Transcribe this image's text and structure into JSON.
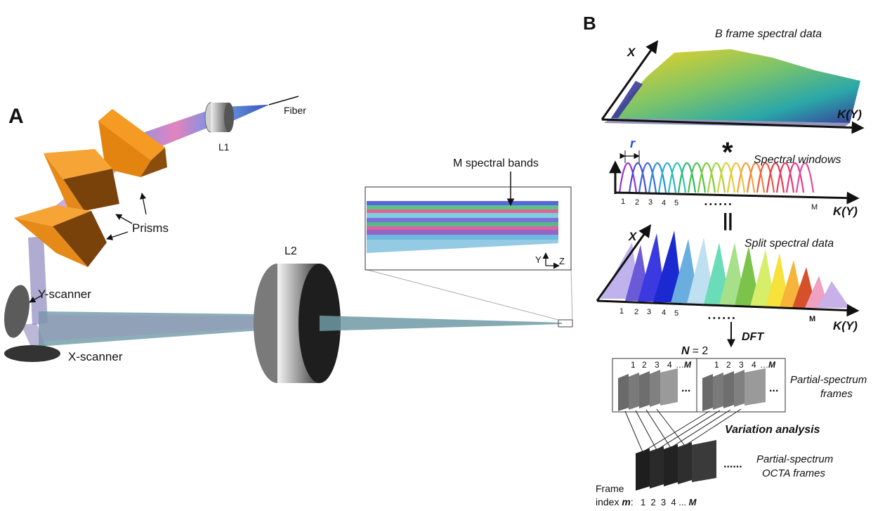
{
  "panel_a": {
    "letter": "A",
    "fiber": "Fiber",
    "l1": "L1",
    "prisms": "Prisms",
    "y_scanner": "Y-scanner",
    "x_scanner": "X-scanner",
    "l2": "L2",
    "inset": {
      "title": "M spectral bands",
      "axis_y": "Y",
      "axis_z": "Z"
    }
  },
  "panel_b": {
    "letter": "B",
    "bframe": {
      "title": "B frame spectral data",
      "axis_x": "X",
      "axis_k": "K(Y)"
    },
    "conv_symbol": "*",
    "windows": {
      "r_label": "r",
      "title": "Spectral windows",
      "ticks": [
        "1",
        "2",
        "3",
        "4",
        "5"
      ],
      "dots": "• • • • • •",
      "m_label": "M",
      "axis_k": "K(Y)"
    },
    "equals": "||",
    "split": {
      "title": "Split spectral data",
      "axis_x": "X",
      "ticks": [
        "1",
        "2",
        "3",
        "4",
        "5"
      ],
      "dots": "• • • • • •",
      "m_label": "M",
      "axis_k": "K(Y)"
    },
    "dft": "DFT",
    "n_label": "N",
    "n_value": "= 2",
    "frame_idx": [
      "1",
      "2",
      "3",
      "4"
    ],
    "frame_idx_last": "M",
    "frame_dots": "...",
    "partial_label_1": "Partial-spectrum",
    "partial_label_2": "frames",
    "variation": "Variation analysis",
    "octa_label_1": "Partial-spectrum",
    "octa_label_2": "OCTA frames",
    "octa_dots": "......",
    "frame_index_1": "Frame",
    "frame_index_2": "index",
    "m_italic": "m",
    "frame_index_nums": "1  2  3  4 ...",
    "frame_index_last": "M"
  }
}
